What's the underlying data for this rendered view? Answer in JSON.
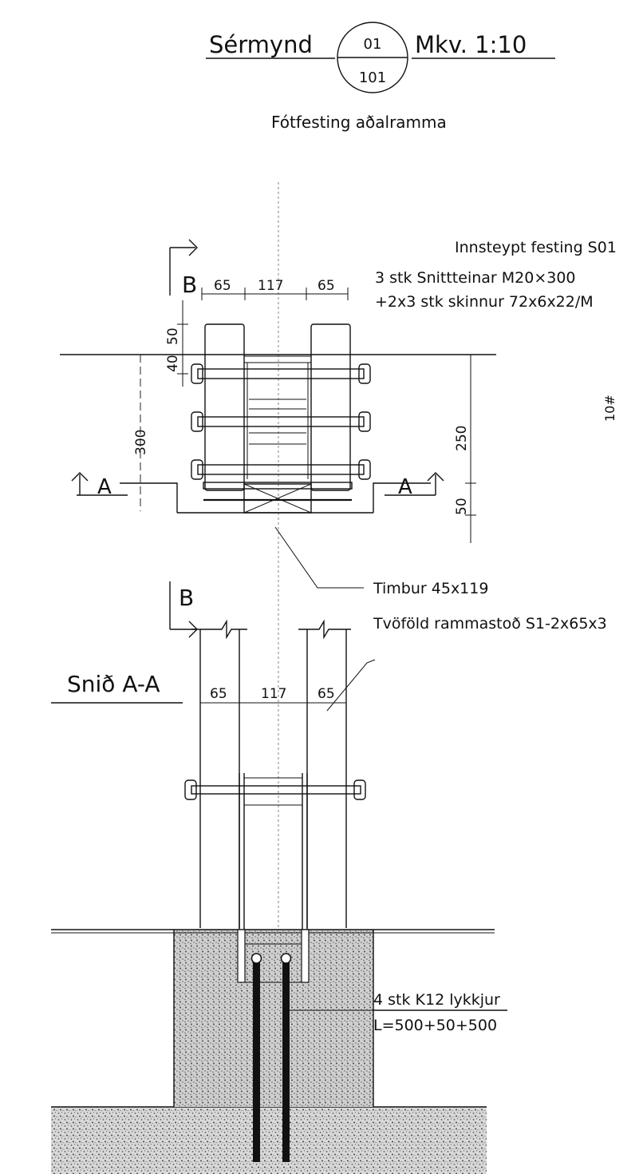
{
  "header": {
    "title": "Sérmynd",
    "detail_number": "01",
    "sheet_number": "101",
    "scale": "Mkv. 1:10",
    "subtitle": "Fótfesting aðalramma"
  },
  "section_markers": {
    "b_top": "B",
    "b_bottom": "B",
    "a_left": "A",
    "a_right": "A"
  },
  "annotations": {
    "embedded_fixing": "Innsteypt festing S01",
    "bolts": "3 stk Snittteinar M20×300",
    "plates": "+2x3 stk skinnur 72x6x22/M",
    "timber": "Timbur 45x119",
    "double_post": "Tvöföld rammastoð S1-2x65x3",
    "section_title": "Snið A-A",
    "rebar": "4 stk K12 lykkjur",
    "rebar_length": "L=500+50+500",
    "side_mark": "10#"
  },
  "dimensions": {
    "top_left_width": "65",
    "top_mid_width": "117",
    "top_right_width": "65",
    "top_50": "50",
    "top_40": "40",
    "left_300": "300",
    "right_250": "250",
    "right_50": "50",
    "sec_left_width": "65",
    "sec_mid_width": "117",
    "sec_right_width": "65"
  }
}
